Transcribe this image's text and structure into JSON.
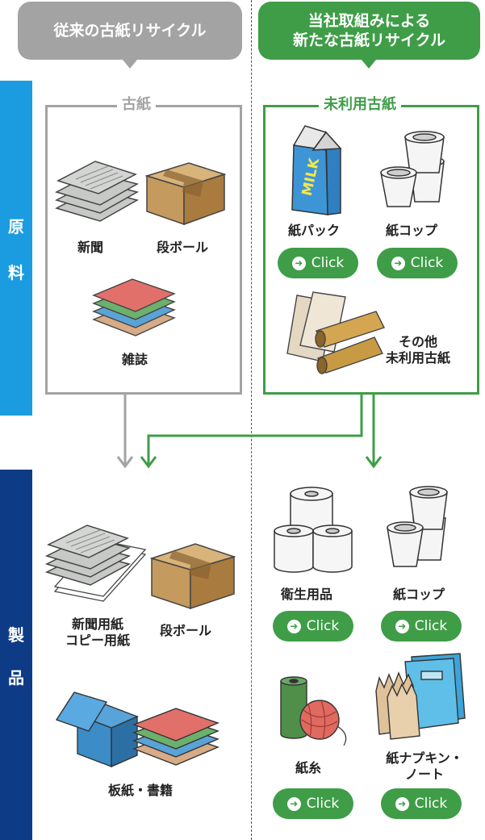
{
  "header": {
    "old_title": "従来の古紙リサイクル",
    "new_title_line1": "当社取組みによる",
    "new_title_line2": "新たな古紙リサイクル"
  },
  "side": {
    "raw_char1": "原",
    "raw_char2": "料",
    "product_char1": "製",
    "product_char2": "品"
  },
  "raw": {
    "old_frame_title": "古紙",
    "new_frame_title": "未利用古紙",
    "old_items": [
      "新聞",
      "段ボール",
      "雑誌"
    ],
    "new_items": [
      "紙パック",
      "紙コップ"
    ],
    "other_line1": "その他",
    "other_line2": "未利用古紙",
    "milk_text": "MILK"
  },
  "products": {
    "old_items": {
      "newspaper_line1": "新聞用紙",
      "newspaper_line2": "コピー用紙",
      "cardboard": "段ボール",
      "board": "板紙・書籍"
    },
    "new_items": {
      "tissue": "衛生用品",
      "cup": "紙コップ",
      "yarn": "紙糸",
      "napkin_line1": "紙ナプキン・",
      "napkin_line2": "ノート"
    }
  },
  "button_label": "Click",
  "colors": {
    "old_gray": "#a3a3a3",
    "new_green": "#3f9d48",
    "raw_blue": "#1b9ce0",
    "product_navy": "#0d3b86"
  }
}
